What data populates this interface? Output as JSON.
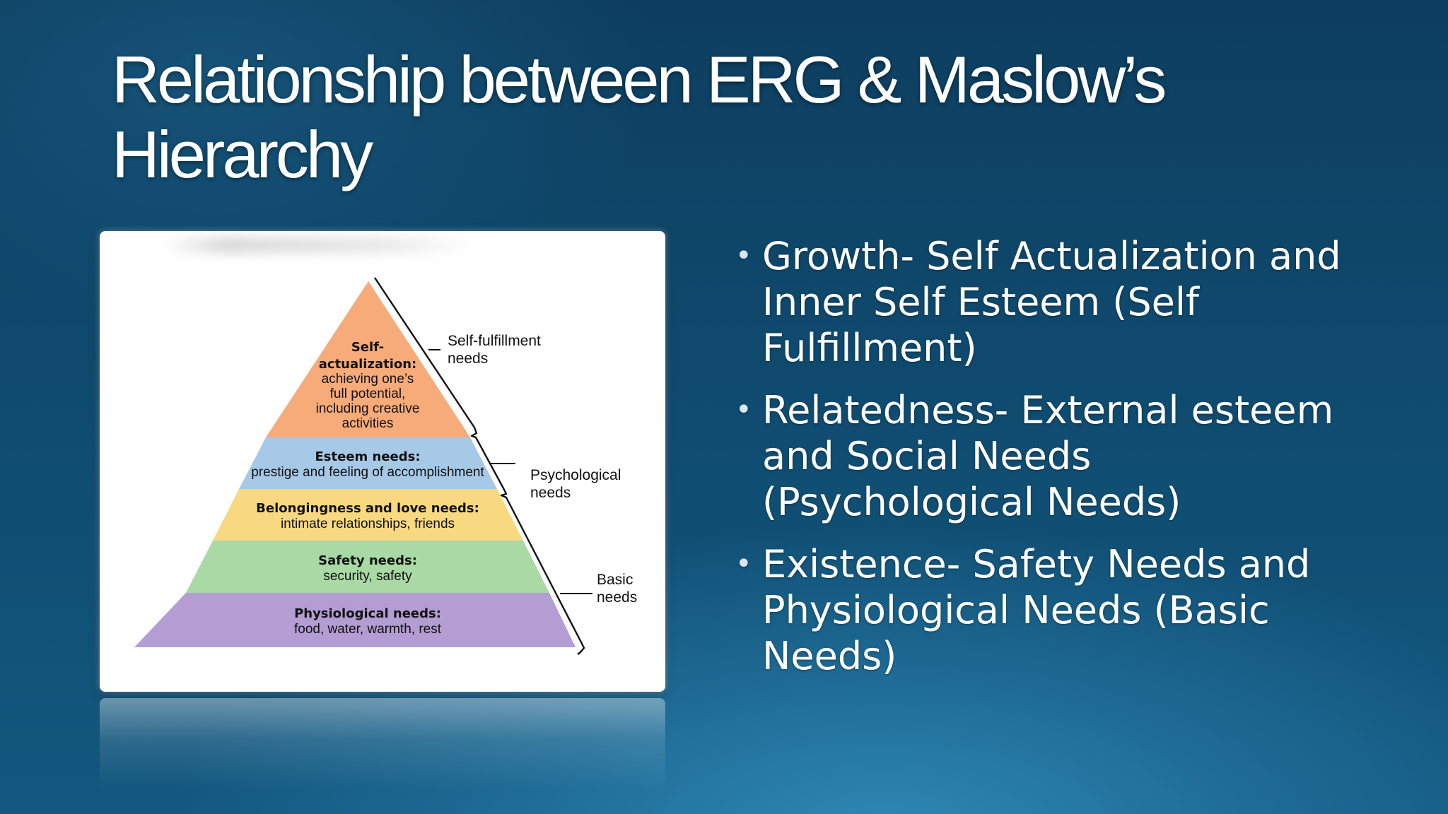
{
  "slide": {
    "title_line1": "Relationship between ERG & Maslow’s",
    "title_line2": "Hierarchy"
  },
  "pyramid": {
    "levels": [
      {
        "name": "Self-",
        "name2": "actualization:",
        "lines": [
          "achieving one’s",
          "full potential,",
          "including creative",
          "activities"
        ],
        "color": "#f6ab79"
      },
      {
        "name": "Esteem needs:",
        "lines": [
          "prestige and feeling of accomplishment"
        ],
        "color": "#a7c9e8"
      },
      {
        "name": "Belongingness and love needs:",
        "lines": [
          "intimate relationships, friends"
        ],
        "color": "#f8d880"
      },
      {
        "name": "Safety needs:",
        "lines": [
          "security, safety"
        ],
        "color": "#a9d9a4"
      },
      {
        "name": "Physiological needs:",
        "lines": [
          "food, water, warmth, rest"
        ],
        "color": "#b39dd3"
      }
    ],
    "groups": [
      {
        "line1": "Self-fulfillment",
        "line2": "needs"
      },
      {
        "line1": "Psychological",
        "line2": "needs"
      },
      {
        "line1": "Basic",
        "line2": "needs"
      }
    ]
  },
  "bullets": [
    "Growth- Self Actualization and Inner Self Esteem (Self Fulfillment)",
    "Relatedness- External esteem and Social Needs (Psychological Needs)",
    "Existence- Safety Needs and Physiological Needs (Basic Needs)"
  ]
}
